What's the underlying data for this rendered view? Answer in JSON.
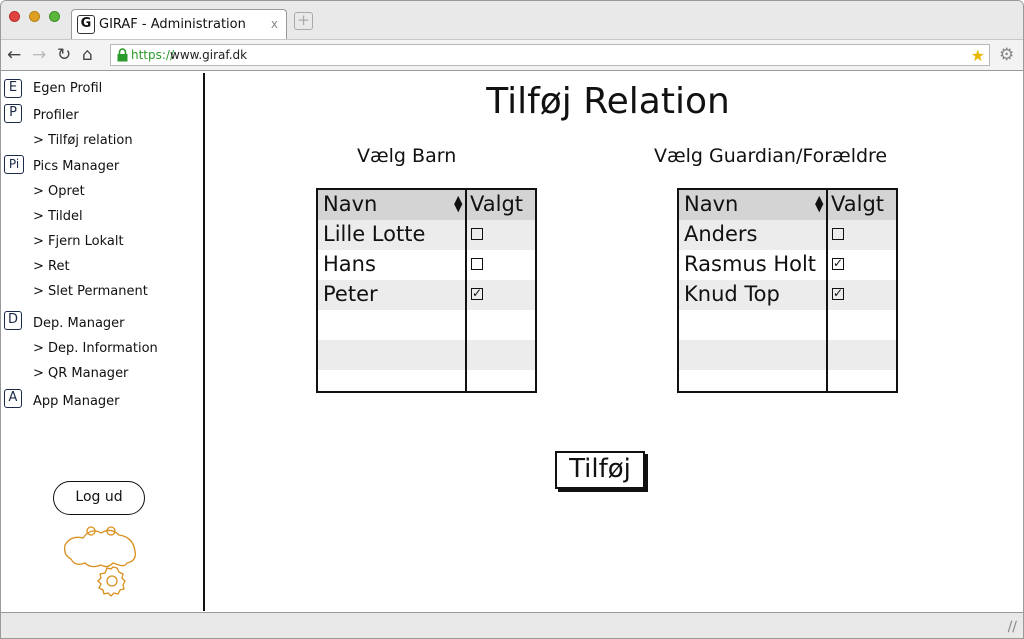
{
  "browser": {
    "tab_title": "GIRAF - Administration",
    "tab_favicon": "G",
    "tab_close": "x",
    "url_https": "https://",
    "url_rest": "www.giraf.dk"
  },
  "sidebar": {
    "items": [
      {
        "icon": "E",
        "label": "Egen Profil"
      },
      {
        "icon": "P",
        "label": "Profiler"
      },
      {
        "label": "> Tilføj relation"
      },
      {
        "icon": "Pi",
        "label": "Pics Manager"
      },
      {
        "label": "> Opret"
      },
      {
        "label": "> Tildel"
      },
      {
        "label": "> Fjern Lokalt"
      },
      {
        "label": "> Ret"
      },
      {
        "label": "> Slet Permanent"
      },
      {
        "icon": "D",
        "label": "Dep. Manager"
      },
      {
        "label": "> Dep. Information"
      },
      {
        "label": "> QR Manager"
      },
      {
        "icon": "A",
        "label": "App Manager"
      }
    ],
    "logout_label": "Log ud"
  },
  "main": {
    "title": "Tilføj Relation",
    "children_title": "Vælg Barn",
    "guardians_title": "Vælg Guardian/Forældre",
    "col_name": "Navn",
    "col_selected": "Valgt",
    "children": [
      {
        "name": "Lille Lotte",
        "selected": false
      },
      {
        "name": "Hans",
        "selected": false
      },
      {
        "name": "Peter",
        "selected": true
      }
    ],
    "guardians": [
      {
        "name": "Anders",
        "selected": false
      },
      {
        "name": "Rasmus Holt",
        "selected": true
      },
      {
        "name": "Knud Top",
        "selected": true
      }
    ],
    "add_button": "Tilføj"
  },
  "colors": {
    "logo": "#d9901e",
    "https_green": "#2a9a2a",
    "star": "#e6b800"
  }
}
